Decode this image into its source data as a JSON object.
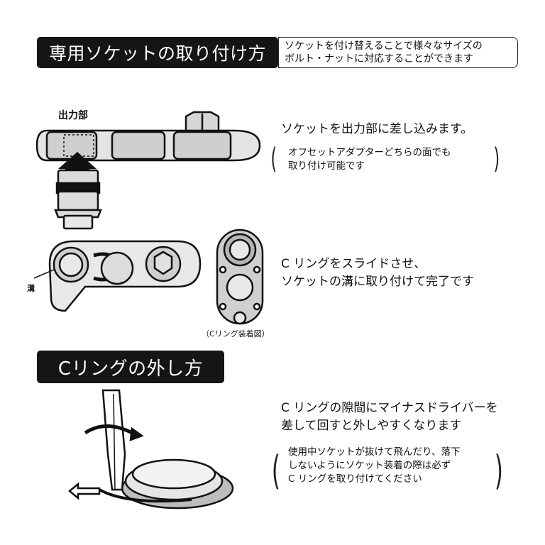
{
  "section1": {
    "title": "専用ソケットの取り付け方",
    "subtitle_lines": [
      "ソケットを付け替えることで様々なサイズの",
      "ボルト・ナットに対応することができます"
    ]
  },
  "step1": {
    "label": "出力部",
    "text": "ソケットを出力部に差し込みます。",
    "note_lines": [
      "オフセットアダプターどちらの面でも",
      "取り付け可能です"
    ]
  },
  "step2": {
    "label": "溝",
    "text_lines": [
      "C リングをスライドさせ、",
      "ソケットの溝に取り付けて完了です"
    ],
    "caption": "（Cリング装着図）"
  },
  "section2": {
    "title": "Cリングの外し方",
    "text_lines": [
      "C リングの隙間にマイナスドライバーを",
      "差して回すと外しやすくなります"
    ],
    "note_lines": [
      "使用中ソケットが抜けて飛んだり、落下",
      "しないようにソケット装着の際は必ず",
      "C リングを取り付けてください"
    ]
  },
  "colors": {
    "banner": "#151515",
    "illustration_gray": "#d9d9d9",
    "outline": "#111111"
  }
}
